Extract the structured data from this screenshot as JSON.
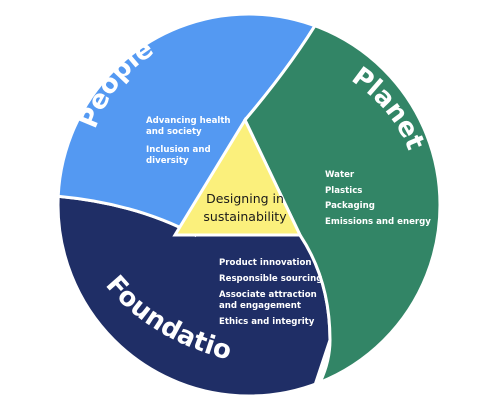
{
  "diagram": {
    "center_label": [
      "Designing in",
      "sustainability"
    ],
    "sections": {
      "people": {
        "title": "People",
        "color": "#5499f2",
        "items": [
          [
            "Advancing health",
            "and society"
          ],
          [
            "Inclusion and",
            "diversity"
          ]
        ]
      },
      "planet": {
        "title": "Planet",
        "color": "#328566",
        "items": [
          [
            "Water"
          ],
          [
            "Plastics"
          ],
          [
            "Packaging"
          ],
          [
            "Emissions and energy"
          ]
        ]
      },
      "foundation": {
        "title": "Foundation",
        "color": "#1f2e66",
        "items": [
          [
            "Product innovation"
          ],
          [
            "Responsible sourcing"
          ],
          [
            "Associate attraction",
            "and engagement"
          ],
          [
            "Ethics and integrity"
          ]
        ]
      }
    },
    "colors": {
      "center": "#fbf07c",
      "stroke": "#ffffff"
    }
  }
}
